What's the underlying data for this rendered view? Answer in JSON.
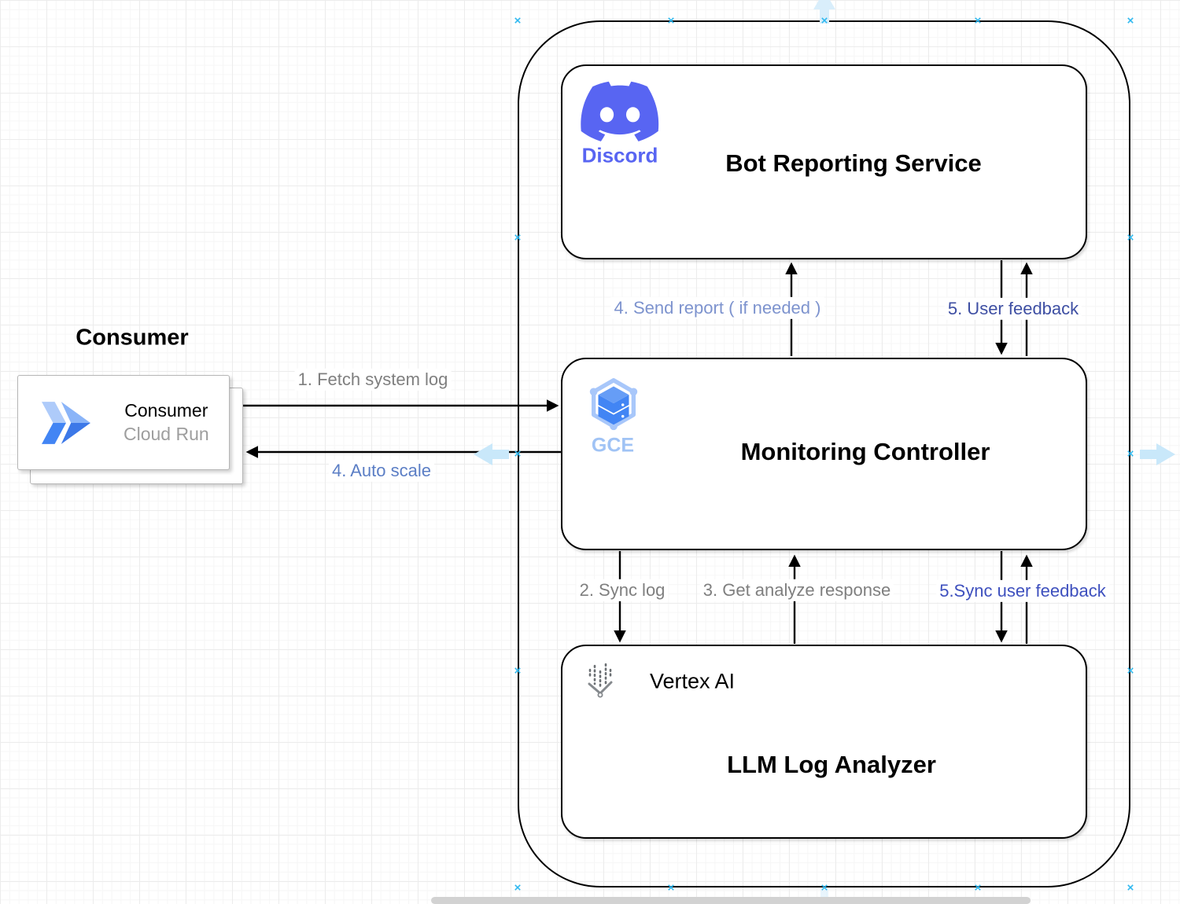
{
  "consumer": {
    "heading": "Consumer",
    "name": "Consumer",
    "platform": "Cloud Run"
  },
  "boxes": {
    "bot_reporting": {
      "title": "Bot Reporting Service",
      "icon_label": "Discord"
    },
    "monitoring": {
      "title": "Monitoring Controller",
      "icon_label": "GCE"
    },
    "llm_analyzer": {
      "title": "LLM Log Analyzer",
      "icon_label": "Vertex AI"
    }
  },
  "edges": {
    "fetch_system_log": {
      "label": "1. Fetch system log",
      "color": "#7f7f7f"
    },
    "auto_scale": {
      "label": "4. Auto scale",
      "color": "#5b7ec5"
    },
    "send_report": {
      "label": "4. Send report ( if needed )",
      "color": "#7d93ce"
    },
    "user_feedback": {
      "label": "5. User feedback",
      "color": "#3e4fa3"
    },
    "sync_log": {
      "label": "2. Sync log",
      "color": "#7f7f7f"
    },
    "get_analyze_response": {
      "label": "3. Get analyze response",
      "color": "#7f7f7f"
    },
    "sync_user_feedback": {
      "label": "5.Sync user feedback",
      "color": "#3e50be"
    }
  },
  "colors": {
    "discord": "#5865F2",
    "gce_label": "#a0c3f5",
    "stroke": "#000000",
    "anchor": "#2eb8f0",
    "hint_arrow": "#c9e8fa"
  }
}
